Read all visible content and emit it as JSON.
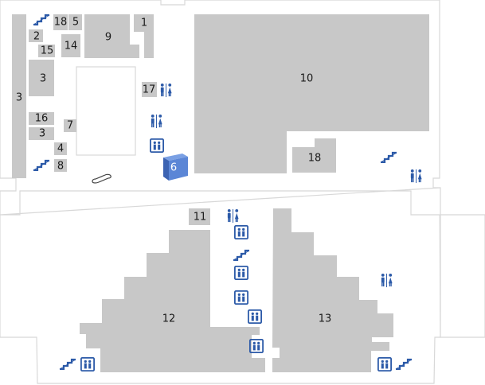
{
  "colors": {
    "background": "#ffffff",
    "outline": "#d8d8d8",
    "block": "#c8c8c8",
    "highlight": "#5b86d6",
    "highlight_dark": "#3c63b2",
    "icon": "#2c5aa8"
  },
  "units": [
    {
      "id": "u3a",
      "label": "3"
    },
    {
      "id": "u18a",
      "label": "18"
    },
    {
      "id": "u5",
      "label": "5"
    },
    {
      "id": "u9",
      "label": "9"
    },
    {
      "id": "u1",
      "label": "1"
    },
    {
      "id": "u2",
      "label": "2"
    },
    {
      "id": "u14",
      "label": "14"
    },
    {
      "id": "u15",
      "label": "15"
    },
    {
      "id": "u3b",
      "label": "3"
    },
    {
      "id": "u17",
      "label": "17"
    },
    {
      "id": "u7",
      "label": "7"
    },
    {
      "id": "u16",
      "label": "16"
    },
    {
      "id": "u3c",
      "label": "3"
    },
    {
      "id": "u4",
      "label": "4"
    },
    {
      "id": "u8",
      "label": "8"
    },
    {
      "id": "u10",
      "label": "10"
    },
    {
      "id": "u18b",
      "label": "18"
    },
    {
      "id": "u11",
      "label": "11"
    },
    {
      "id": "u12",
      "label": "12"
    },
    {
      "id": "u13",
      "label": "13"
    }
  ],
  "highlight_unit": {
    "label": "6"
  },
  "icons": [
    "restroom-icon",
    "restroom-icon",
    "restroom-icon",
    "restroom-icon",
    "restroom-icon",
    "elevator-icon",
    "elevator-icon",
    "elevator-icon",
    "elevator-icon",
    "elevator-icon",
    "elevator-icon",
    "elevator-icon",
    "elevator-icon",
    "stairs-icon",
    "stairs-icon",
    "stairs-icon",
    "stairs-icon",
    "stairs-icon",
    "stairs-icon",
    "escalator-icon"
  ]
}
